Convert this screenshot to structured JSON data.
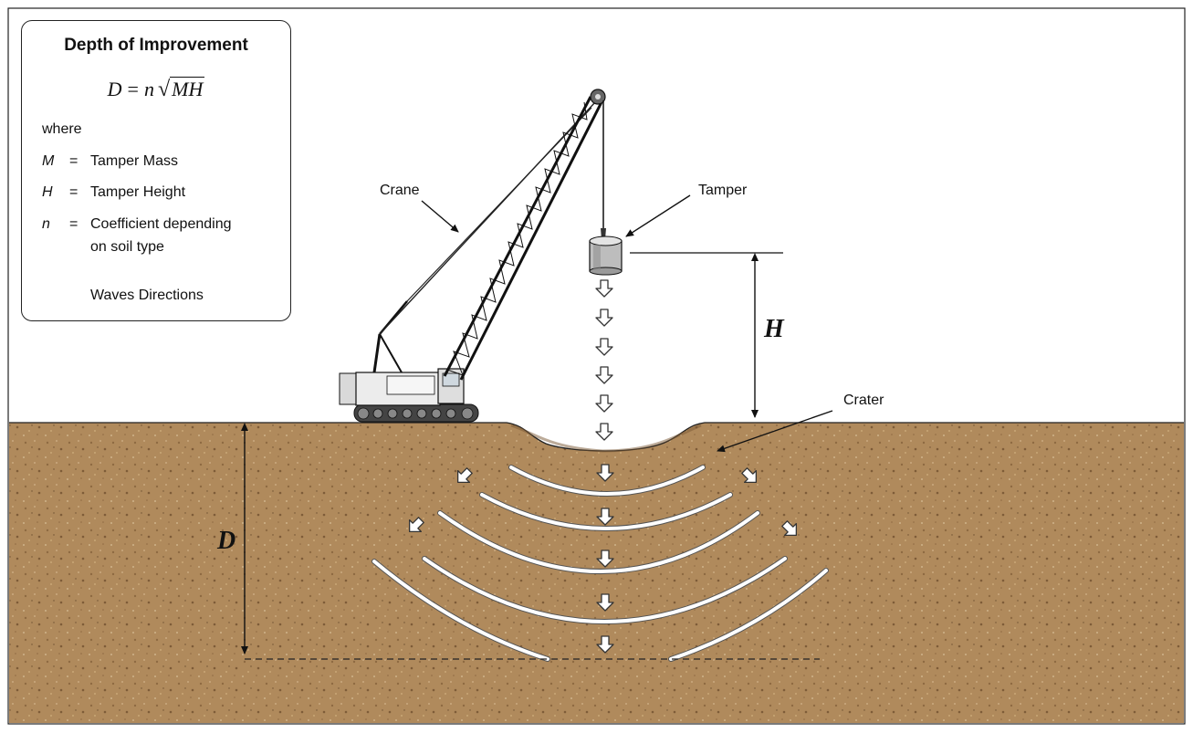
{
  "legend": {
    "title": "Depth of Improvement",
    "formula_lhs": "D",
    "formula_eq": "=",
    "formula_n": "n",
    "formula_radicand": "MH",
    "where": "where",
    "items": [
      {
        "symbol": "M",
        "eq": "=",
        "desc": "Tamper Mass"
      },
      {
        "symbol": "H",
        "eq": "=",
        "desc": "Tamper Height"
      },
      {
        "symbol": "n",
        "eq": "=",
        "desc": "Coefficient depending"
      }
    ],
    "n_desc_line2": "on soil type",
    "arrow_label": "Waves Directions"
  },
  "labels": {
    "crane": "Crane",
    "tamper": "Tamper",
    "crater": "Crater",
    "height": "H",
    "depth": "D"
  },
  "colors": {
    "soil": "#b08a5c",
    "soil_dark": "#8e6a42",
    "wave": "#ffffff",
    "line": "#111111"
  }
}
